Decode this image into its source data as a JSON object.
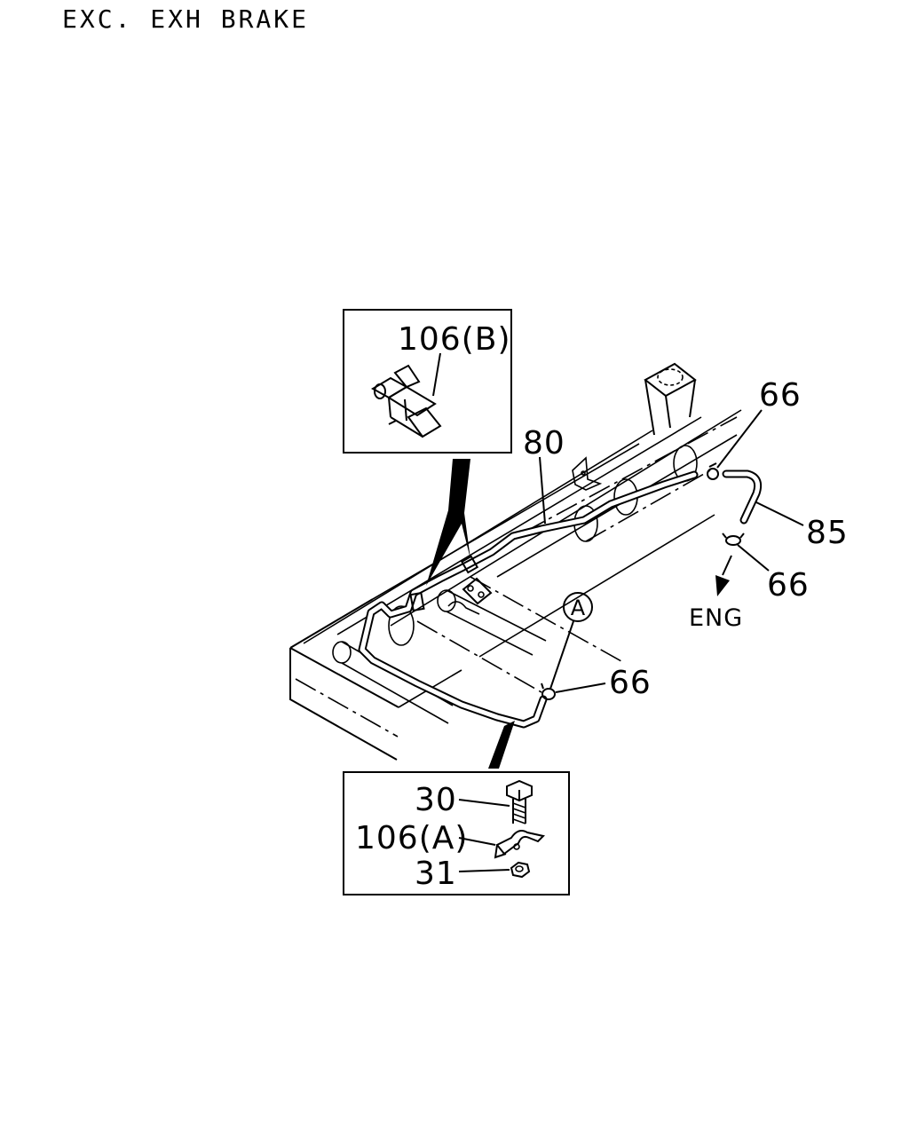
{
  "title": "EXC. EXH  BRAKE",
  "labels": {
    "clip_b": "106(B)",
    "pipe": "80",
    "clip_top_right": "66",
    "hose": "85",
    "clip_lower_right": "66",
    "engine": "ENG",
    "ref_a": "A",
    "clip_mid": "66",
    "bolt": "30",
    "clip_a": "106(A)",
    "nut": "31"
  }
}
